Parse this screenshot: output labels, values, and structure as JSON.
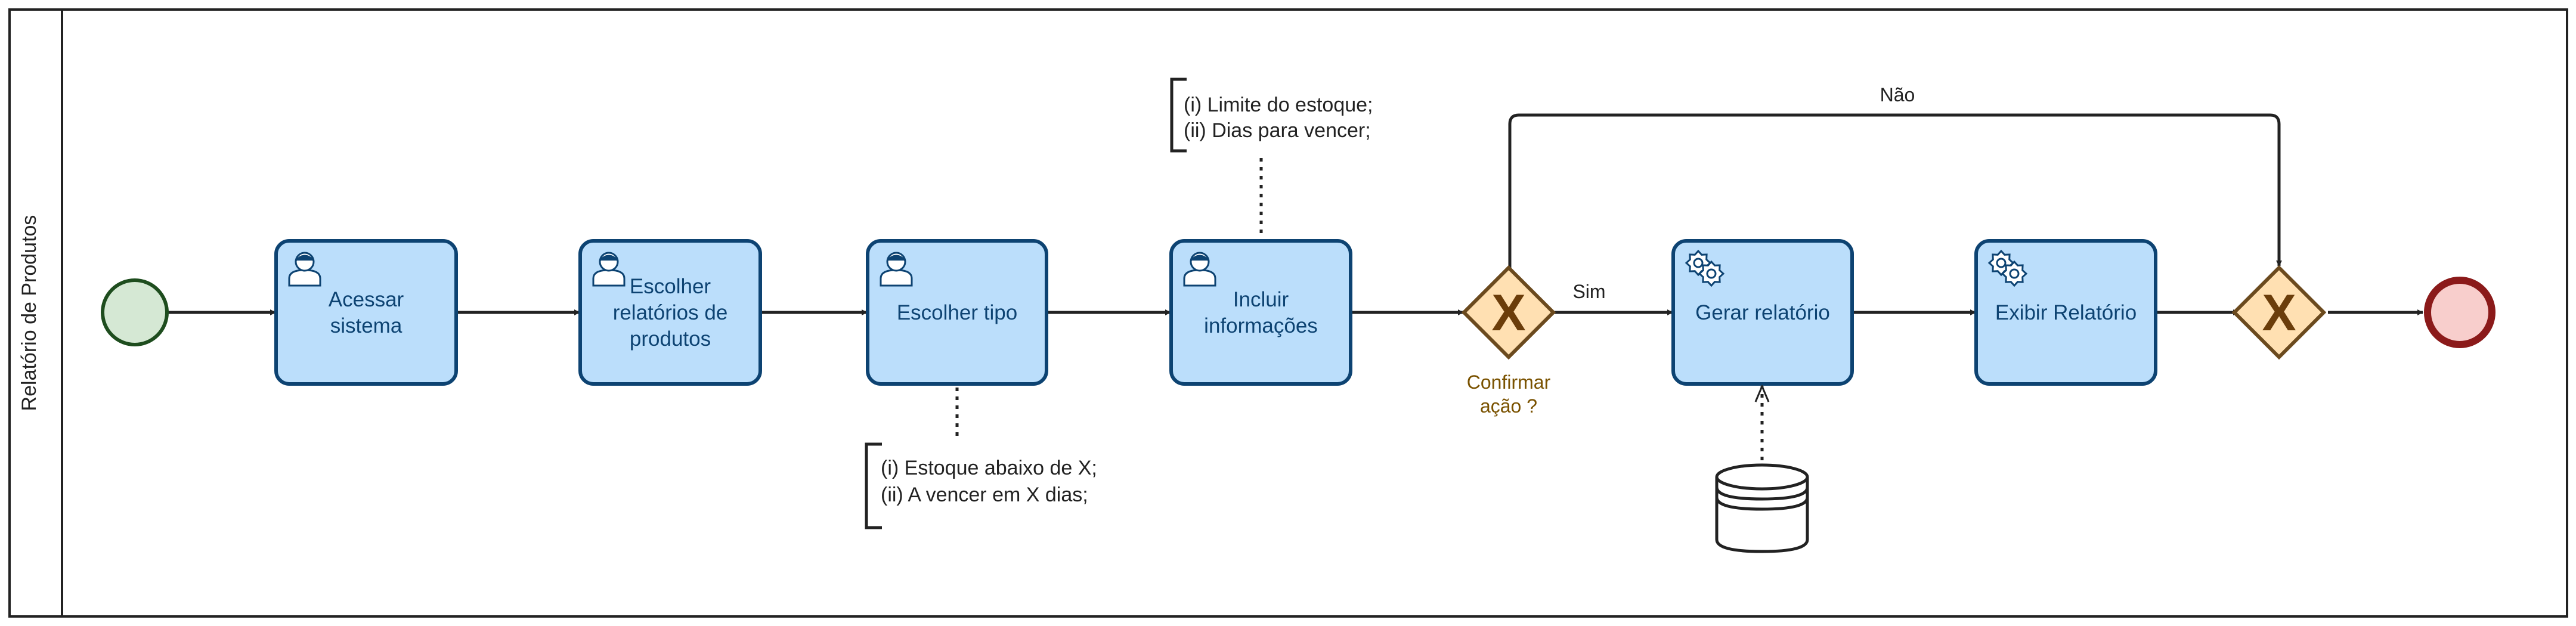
{
  "pool": {
    "lane_title": "Relatório de Produtos"
  },
  "tasks": [
    {
      "id": "t1",
      "kind": "user",
      "lines": [
        "Acessar",
        "sistema"
      ]
    },
    {
      "id": "t2",
      "kind": "user",
      "lines": [
        "Escolher",
        "relatórios de",
        "produtos"
      ]
    },
    {
      "id": "t3",
      "kind": "user",
      "lines": [
        "Escolher tipo"
      ]
    },
    {
      "id": "t4",
      "kind": "user",
      "lines": [
        "Incluir",
        "informações"
      ]
    },
    {
      "id": "t5",
      "kind": "service",
      "lines": [
        "Gerar relatório"
      ]
    },
    {
      "id": "t6",
      "kind": "service",
      "lines": [
        "Exibir Relatório"
      ]
    }
  ],
  "gateways": [
    {
      "id": "g1",
      "symbol": "X",
      "label_lines": [
        "Confirmar",
        "ação ?"
      ]
    },
    {
      "id": "g2",
      "symbol": "X",
      "label_lines": []
    }
  ],
  "flow_labels": {
    "yes": "Sim",
    "no": "Não"
  },
  "annotations": [
    {
      "id": "a1",
      "lines": [
        "(i) Limite do estoque;",
        "(ii) Dias para vencer;"
      ]
    },
    {
      "id": "a2",
      "lines": [
        "(i) Estoque abaixo de X;",
        "(ii) A vencer em X dias;"
      ]
    }
  ],
  "data_store": {
    "icon": "database-icon"
  },
  "colors": {
    "task_fill": "#bbdefb",
    "task_stroke": "#0d4372",
    "task_text": "#0d4372",
    "gateway_fill": "#ffe0b2",
    "gateway_stroke": "#6b4a1e",
    "gateway_symbol": "#6b3d0a",
    "gateway_label": "#7a5200",
    "start_fill": "#d5e8d4",
    "start_stroke": "#1e4d1e",
    "end_fill": "#f8cecc",
    "end_stroke": "#8b1a1a",
    "line": "#222222"
  }
}
